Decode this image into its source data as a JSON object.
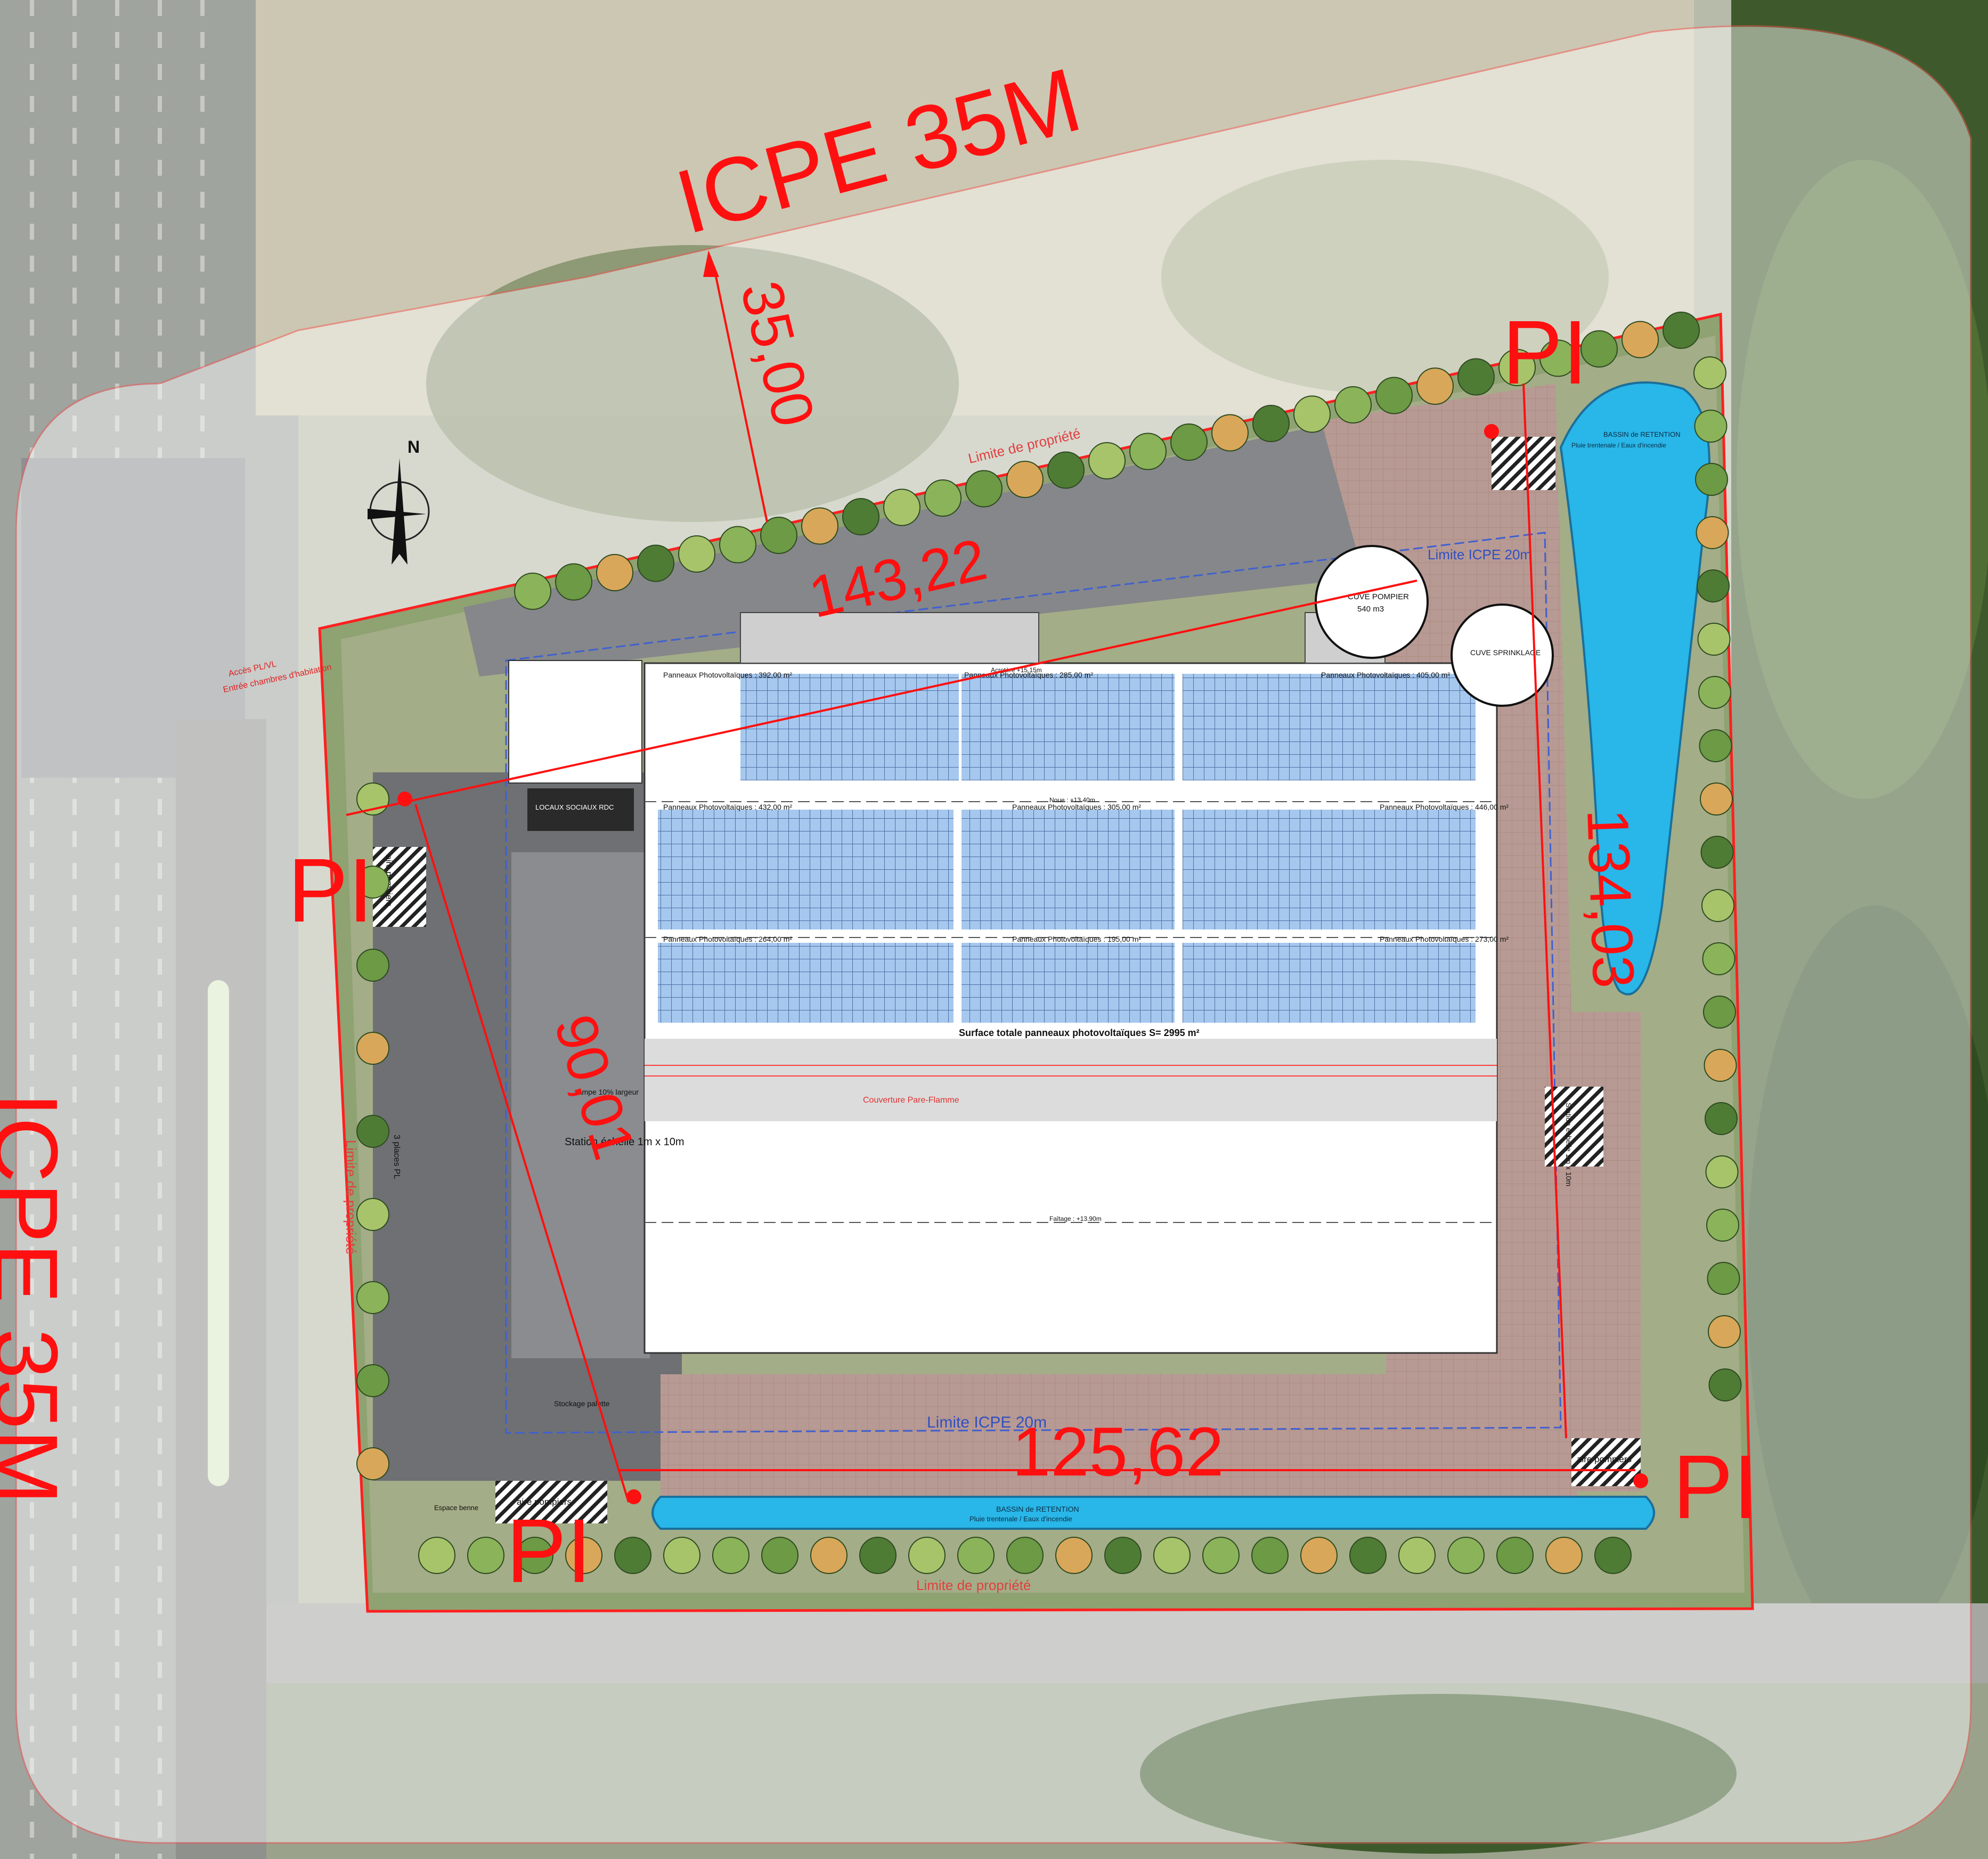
{
  "icpe": {
    "top_label": "ICPE 35M",
    "left_label": "ICPE 35M"
  },
  "dimensions": {
    "d35": "35,00",
    "d143": "143,22",
    "d134": "134,03",
    "d90": "90,01",
    "d125": "125,62"
  },
  "pi_markers": [
    "PI",
    "PI",
    "PI",
    "PI"
  ],
  "north": "N",
  "property_limit": "Limite de propriété",
  "icpe_limit": "Limite ICPE 20m",
  "pv": {
    "panels": [
      "Panneaux Photovoltaïques : 392,00 m²",
      "Panneaux Photovoltaïques : 285,00 m²",
      "Panneaux Photovoltaïques : 405,00 m²",
      "Panneaux Photovoltaïques : 432,00 m²",
      "Panneaux Photovoltaïques : 305,00 m²",
      "Panneaux Photovoltaïques : 446,00 m²",
      "Panneaux Photovoltaïques : 264,00 m²",
      "Panneaux Photovoltaïques : 195,00 m²",
      "Panneaux Photovoltaïques : 273,00 m²"
    ],
    "total": "Surface totale panneaux photovoltaïques S= 2995 m²"
  },
  "roof": {
    "fire_cover": "Couverture Pare-Flamme",
    "faitage": "Faîtage : +13.90m",
    "noue": "Noue : +13.40m",
    "acrotere": "Acrotère +15.15m"
  },
  "tanks": {
    "pompier": "CUVE POMPIER",
    "pompier_vol": "540 m3",
    "sprinklage": "CUVE SPRINKLAGE"
  },
  "basins": {
    "east_title": "BASSIN de RETENTION",
    "east_sub": "Pluie trentenale / Eaux d'incendie",
    "south_title": "BASSIN de RETENTION",
    "south_sub": "Pluie trentenale / Eaux d'incendie"
  },
  "labels": {
    "entree": "Entrée chambres d'habitation",
    "acces": "Accès PL/VL",
    "aire_pompiers_a": "aire pompiers",
    "aire_pompiers_b": "aire pompiers",
    "aire_pompiers_c": "aire pompiers",
    "station_echelle_a": "Station échelle 1m x 10m",
    "station_echelle_b": "Station échelle 1m x 10m",
    "places_pl": "3 places PL",
    "espace_benne": "Espace benne",
    "locaux": "LOCAUX SOCIAUX RDC",
    "stockage": "Stockage palette",
    "rampe": "rampe 10% largeur"
  },
  "colors": {
    "accent": "#ff1010",
    "pv": "#9fc4ec",
    "water": "#29b6e8",
    "paving": "#b89a94"
  }
}
